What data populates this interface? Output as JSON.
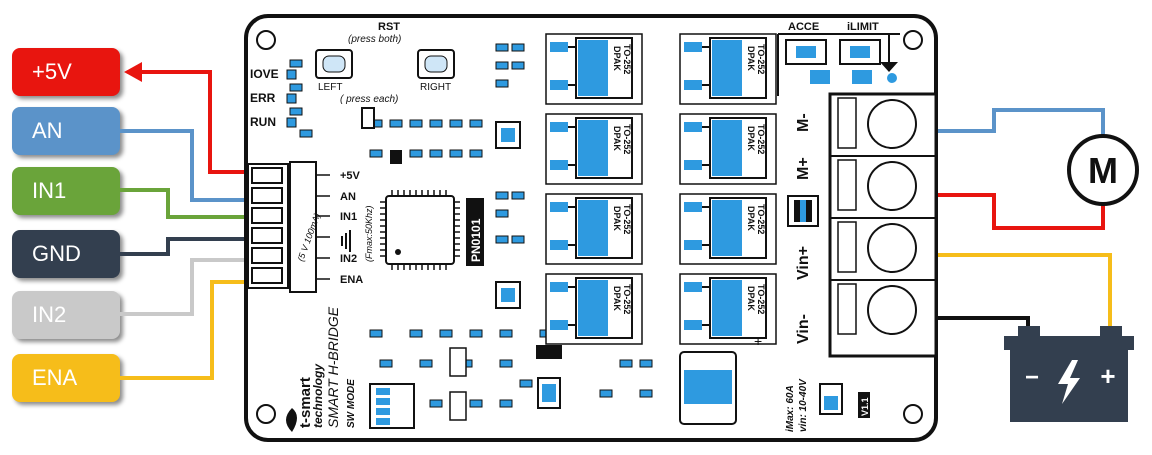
{
  "wire_labels": [
    {
      "label": "+5V",
      "color": "#e8150f"
    },
    {
      "label": "AN",
      "color": "#5b93c9"
    },
    {
      "label": "IN1",
      "color": "#6aa43a"
    },
    {
      "label": "GND",
      "color": "#333f4f"
    },
    {
      "label": "IN2",
      "color": "#c9c9c9"
    },
    {
      "label": "ENA",
      "color": "#f6bd1a"
    }
  ],
  "board": {
    "rst_title": "RST",
    "rst_sub": "(press  both)",
    "left_btn": "LEFT",
    "right_btn": "RIGHT",
    "press_each": "( press each)",
    "leds": [
      "IOVE",
      "ERR",
      "RUN"
    ],
    "pins": [
      "+5V",
      "AN",
      "IN1",
      "",
      "IN2",
      "ENA"
    ],
    "pin_note": "(5 V 100mA)",
    "fmax_note": "(Fmax:50Khz)",
    "chip_label": "PN0101",
    "dpak_label": "DPAK",
    "to_label": "TO-252",
    "acce": "ACCE",
    "ilimit": "iLIMIT",
    "m_plus": "M+",
    "m_minus": "M-",
    "vin_plus": "Vin+",
    "vin_minus": "Vin-",
    "brand_line1": "t-smart",
    "brand_line2": "technology",
    "product": "SMART H-BRIDGE",
    "sw_mode": "SW MODE",
    "imax": "iMax: 60A",
    "vin_range": "vin: 10-40V",
    "version": "V1.1",
    "plus_mark": "+"
  },
  "motor": {
    "symbol": "M"
  },
  "battery": {
    "minus": "−",
    "plus": "+"
  },
  "colors": {
    "red": "#e8150f",
    "blue": "#5b93c9",
    "green": "#6aa43a",
    "dark": "#333f4f",
    "grey": "#c9c9c9",
    "yellow": "#f6bd1a",
    "board_blue": "#2e9ae0",
    "black": "#111111"
  }
}
